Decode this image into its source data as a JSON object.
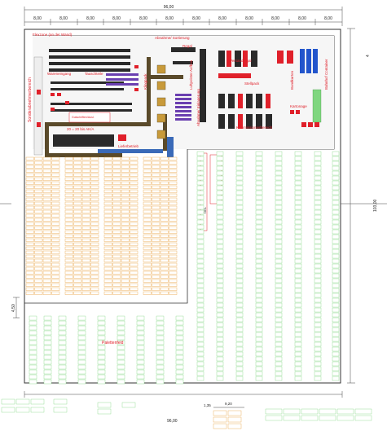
{
  "dimensions": {
    "total_width": "96,00",
    "total_height": "103,00",
    "bay_labels": [
      "8,00",
      "8,00",
      "8,00",
      "8,00",
      "8,00",
      "8,00",
      "8,00",
      "8,00",
      "8,00",
      "8,00",
      "8,00",
      "8,00"
    ],
    "left_offset": "4,50",
    "bottom_width": "96,00",
    "small_a": "1,35",
    "small_b": "9,20",
    "right_top": "4"
  },
  "zones": {
    "flexzone": "Flexzone (an der Wand)",
    "abnahme": "Abnahme/\nSortierung",
    "regal": "Regal",
    "wareneingang": "Wareneingang",
    "tauschteile": "Tauschteile",
    "klingpack": "Klingpack",
    "luftpolster": "Luftpolster\nAufbau",
    "versandregal": "Versandregal",
    "stellpack": "Stellpack",
    "abnahme_einlagerung": "Abnahme/\nEinlagerung",
    "kartonage": "Kartonage",
    "bundkarton": "Bundkarton",
    "bahnhof": "Bahnhof Container",
    "sonderabnehmer": "Sonderabnehmerbereich",
    "lager_20": "20 = 20 bis AK/A",
    "gutschrift": "Gutschriften/Ausl.",
    "lieferbetrieb": "Lieferbetrieb",
    "paletten": "Palettenfeld",
    "kommissionier": "Kommissionierbereich",
    "oel": "OEL"
  },
  "colors": {
    "rack_green": "#7fd67f",
    "pallet_orange": "#e8a040",
    "red": "#e0202a",
    "conveyor": "#5a4a2a",
    "blue": "#2255cc",
    "purple": "#6a3fb0",
    "dark": "#2a2a2a",
    "grey": "#9a9a9a"
  }
}
